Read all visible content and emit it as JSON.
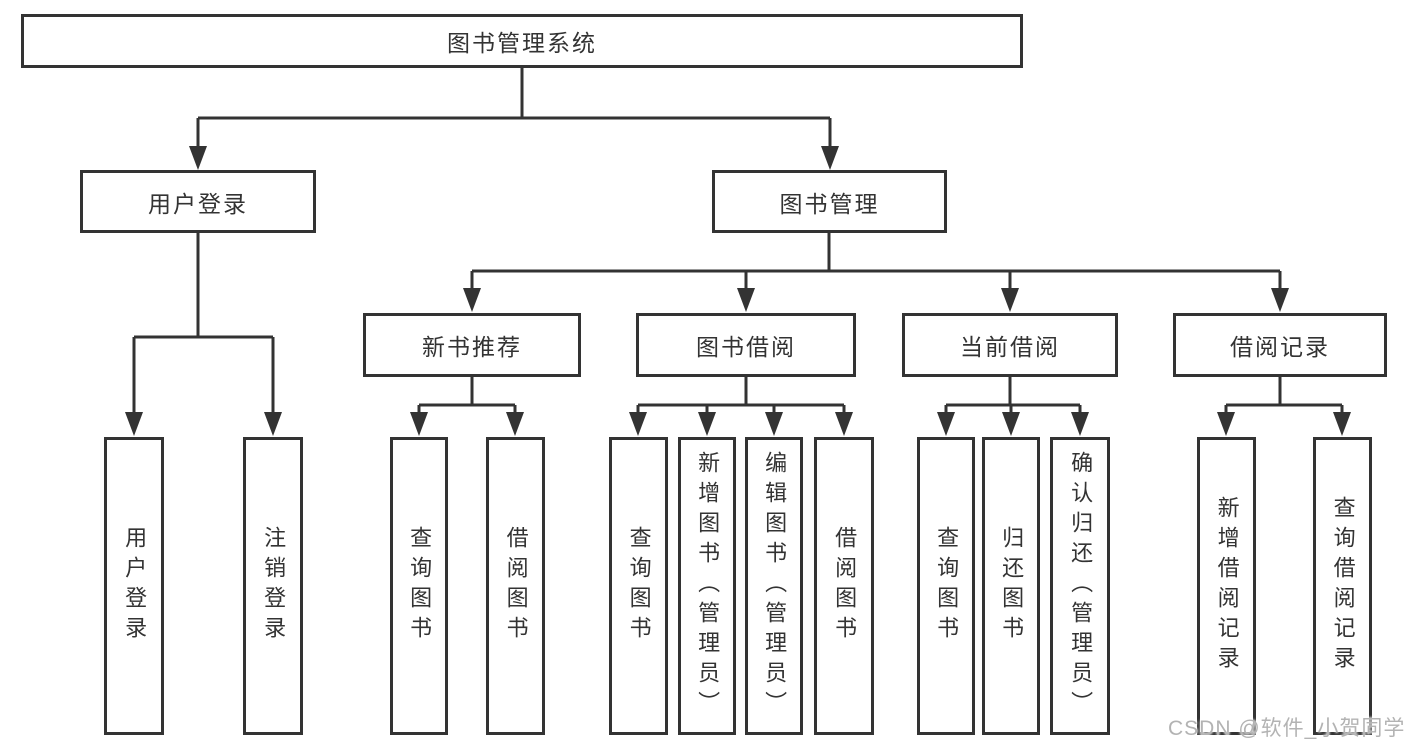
{
  "diagram": {
    "root": {
      "label": "图书管理系统"
    },
    "user_login": {
      "label": "用户登录",
      "children": [
        {
          "label": "用户登录"
        },
        {
          "label": "注销登录"
        }
      ]
    },
    "book_mgmt": {
      "label": "图书管理",
      "children": [
        {
          "label": "新书推荐",
          "children": [
            {
              "label": "查询图书"
            },
            {
              "label": "借阅图书"
            }
          ]
        },
        {
          "label": "图书借阅",
          "children": [
            {
              "label": "查询图书"
            },
            {
              "label": "新增图书（管理员）"
            },
            {
              "label": "编辑图书（管理员）"
            },
            {
              "label": "借阅图书"
            }
          ]
        },
        {
          "label": "当前借阅",
          "children": [
            {
              "label": "查询图书"
            },
            {
              "label": "归还图书"
            },
            {
              "label": "确认归还（管理员）"
            }
          ]
        },
        {
          "label": "借阅记录",
          "children": [
            {
              "label": "新增借阅记录"
            },
            {
              "label": "查询借阅记录"
            }
          ]
        }
      ]
    }
  },
  "watermark": {
    "text": "CSDN @软件_小贺同学"
  },
  "colors": {
    "line": "#333333",
    "text": "#333333",
    "box_background": "#ffffff",
    "watermark": "#b3b3b3"
  }
}
